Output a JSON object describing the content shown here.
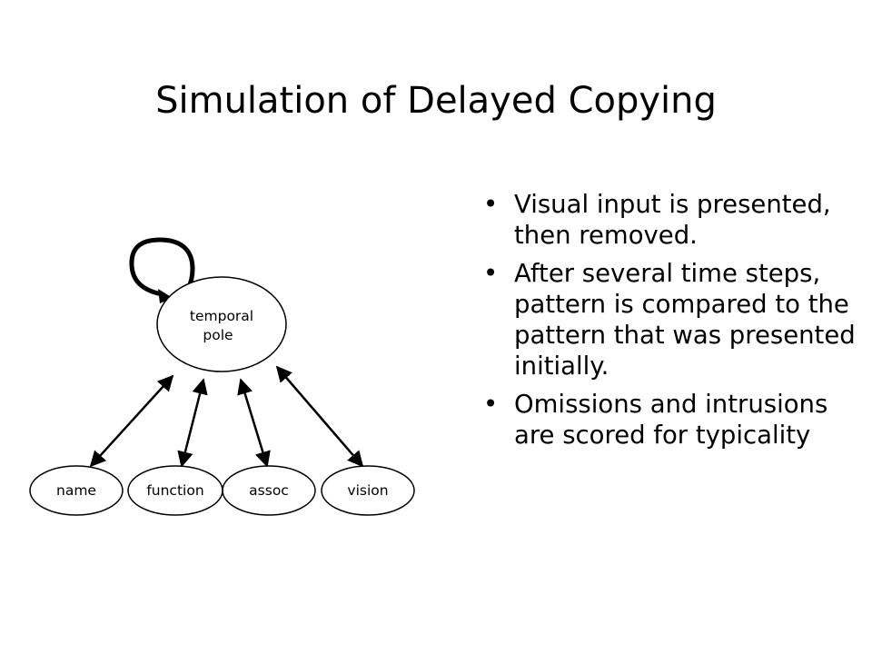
{
  "slide": {
    "title": "Simulation of Delayed Copying"
  },
  "diagram": {
    "hub": {
      "label_line1": "temporal",
      "label_line2": "pole"
    },
    "nodes": [
      {
        "label": "name"
      },
      {
        "label": "function"
      },
      {
        "label": "assoc"
      },
      {
        "label": "vision"
      }
    ]
  },
  "bullets": [
    {
      "text": "Visual input is presented, then removed."
    },
    {
      "text": "After several time steps, pattern is compared to the pattern that was presented initially."
    },
    {
      "text": "Omissions and intrusions are scored for typicality"
    }
  ],
  "bullet_glyph": "•"
}
